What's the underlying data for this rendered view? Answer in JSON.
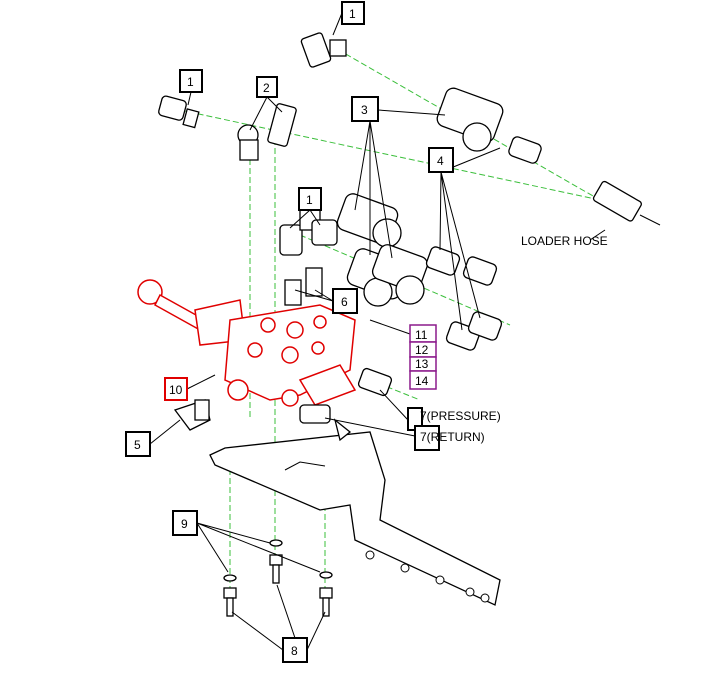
{
  "diagram": {
    "callouts": {
      "c1": "1",
      "c2": "2",
      "c3": "3",
      "c4": "4",
      "c5": "5",
      "c6": "6",
      "c7_pressure": "7(PRESSURE)",
      "c7_return": "7(RETURN)",
      "c8": "8",
      "c9": "9",
      "c10": "10",
      "c11": "11",
      "c12": "12",
      "c13": "13",
      "c14": "14"
    },
    "loader_hose": "LOADER HOSE",
    "colors": {
      "valve": "#e00000",
      "centerline": "#3bbf3b",
      "purple_box": "#8b1a8b"
    }
  }
}
